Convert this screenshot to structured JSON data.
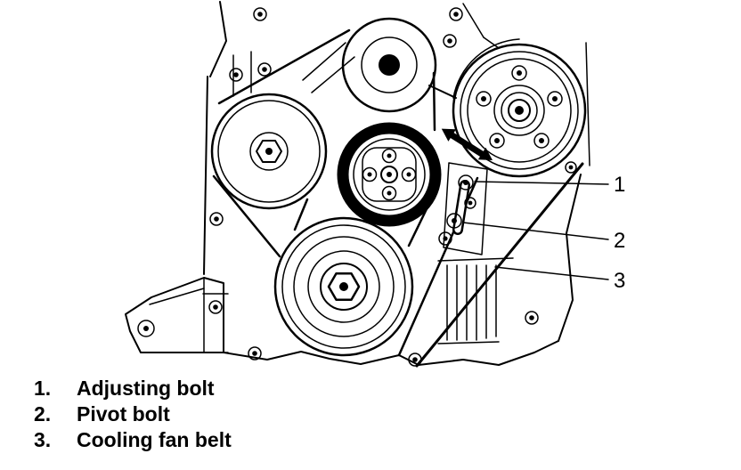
{
  "diagram": {
    "callouts": [
      {
        "num": "1"
      },
      {
        "num": "2"
      },
      {
        "num": "3"
      }
    ]
  },
  "legend": {
    "items": [
      {
        "num": "1.",
        "label": "Adjusting bolt"
      },
      {
        "num": "2.",
        "label": "Pivot bolt"
      },
      {
        "num": "3.",
        "label": "Cooling fan belt"
      }
    ]
  },
  "colors": {
    "ink": "#000000",
    "background": "#ffffff"
  }
}
